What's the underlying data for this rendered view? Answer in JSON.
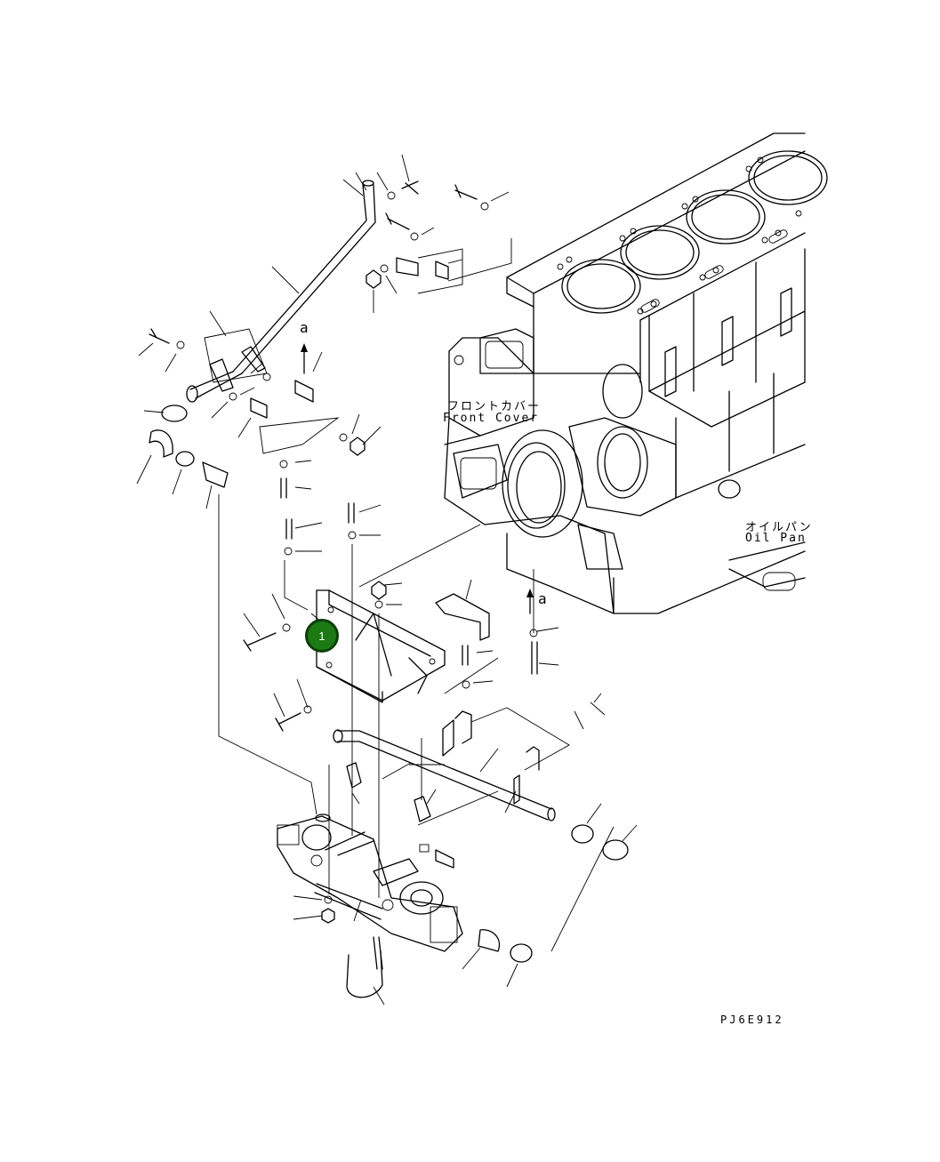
{
  "labels": {
    "front_cover_jp": "フロントカバー",
    "front_cover_en": "Front Cover",
    "oil_pan_jp": "オイルパン",
    "oil_pan_en": "Oil Pan",
    "direction_upper": "a",
    "direction_lower": "a",
    "drawing_id": "PJ6E912"
  },
  "callouts": [
    {
      "number": "1",
      "color": "#1c7a14"
    }
  ]
}
